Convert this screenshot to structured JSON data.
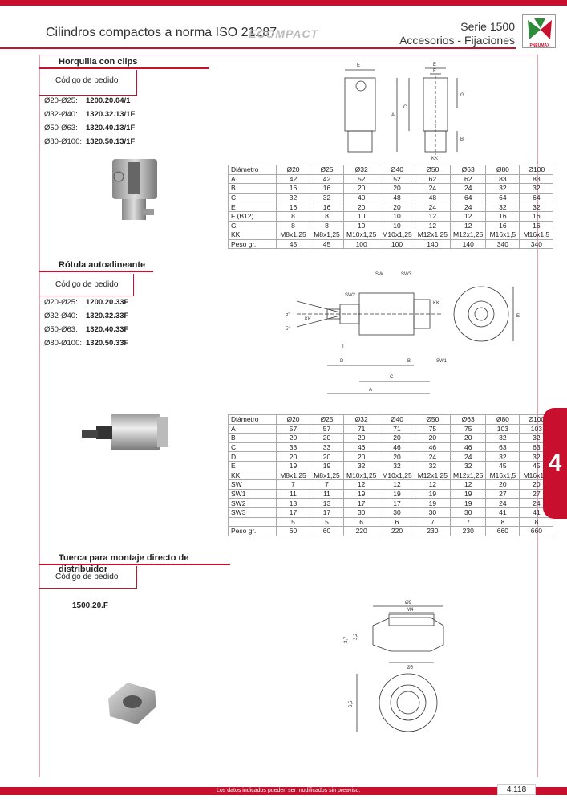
{
  "header": {
    "title": "Cilindros compactos a norma ISO 21287",
    "brand": "ECOMPACT",
    "series": "Serie 1500",
    "subtitle": "Accesorios - Fijaciones",
    "logo_text": "PNEUMAX"
  },
  "section1": {
    "title": "Horquilla con clips",
    "order_label": "Código de pedido",
    "codes": [
      {
        "bore": "Ø20-Ø25:",
        "code": "1200.20.04/1"
      },
      {
        "bore": "Ø32-Ø40:",
        "code": "1320.32.13/1F"
      },
      {
        "bore": "Ø50-Ø63:",
        "code": "1320.40.13/1F"
      },
      {
        "bore": "Ø80-Ø100:",
        "code": "1320.50.13/1F"
      }
    ],
    "dims": {
      "E": "E",
      "E2": "E",
      "F": "F",
      "G": "G",
      "A": "A",
      "C": "C",
      "B": "B",
      "KK": "KK"
    },
    "table": [
      [
        "Diámetro",
        "Ø20",
        "Ø25",
        "Ø32",
        "Ø40",
        "Ø50",
        "Ø63",
        "Ø80",
        "Ø100"
      ],
      [
        "A",
        "42",
        "42",
        "52",
        "52",
        "62",
        "62",
        "83",
        "83"
      ],
      [
        "B",
        "16",
        "16",
        "20",
        "20",
        "24",
        "24",
        "32",
        "32"
      ],
      [
        "C",
        "32",
        "32",
        "40",
        "48",
        "48",
        "64",
        "64",
        "64"
      ],
      [
        "E",
        "16",
        "16",
        "20",
        "20",
        "24",
        "24",
        "32",
        "32"
      ],
      [
        "F (B12)",
        "8",
        "8",
        "10",
        "10",
        "12",
        "12",
        "16",
        "16"
      ],
      [
        "G",
        "8",
        "8",
        "10",
        "10",
        "12",
        "12",
        "16",
        "16"
      ],
      [
        "KK",
        "M8x1,25",
        "M8x1,25",
        "M10x1,25",
        "M10x1,25",
        "M12x1,25",
        "M12x1,25",
        "M16x1,5",
        "M16x1,5"
      ],
      [
        "Peso gr.",
        "45",
        "45",
        "100",
        "100",
        "140",
        "140",
        "340",
        "340"
      ]
    ]
  },
  "section2": {
    "title": "Rótula autoalineante",
    "order_label": "Código de pedido",
    "codes": [
      {
        "bore": "Ø20-Ø25:",
        "code": "1200.20.33F"
      },
      {
        "bore": "Ø32-Ø40:",
        "code": "1320.32.33F"
      },
      {
        "bore": "Ø50-Ø63:",
        "code": "1320.40.33F"
      },
      {
        "bore": "Ø80-Ø100:",
        "code": "1320.50.33F"
      }
    ],
    "dims": {
      "SW2": "SW2",
      "SW": "SW",
      "SW3": "SW3",
      "KK": "KK",
      "KK2": "KK",
      "ang1": "5°",
      "ang2": "5°",
      "T": "T",
      "D": "D",
      "B": "B",
      "SW1": "SW1",
      "C": "C",
      "A": "A",
      "E": "E"
    },
    "table": [
      [
        "Diámetro",
        "Ø20",
        "Ø25",
        "Ø32",
        "Ø40",
        "Ø50",
        "Ø63",
        "Ø80",
        "Ø100"
      ],
      [
        "A",
        "57",
        "57",
        "71",
        "71",
        "75",
        "75",
        "103",
        "103"
      ],
      [
        "B",
        "20",
        "20",
        "20",
        "20",
        "20",
        "20",
        "32",
        "32"
      ],
      [
        "C",
        "33",
        "33",
        "46",
        "46",
        "46",
        "46",
        "63",
        "63"
      ],
      [
        "D",
        "20",
        "20",
        "20",
        "20",
        "24",
        "24",
        "32",
        "32"
      ],
      [
        "E",
        "19",
        "19",
        "32",
        "32",
        "32",
        "32",
        "45",
        "45"
      ],
      [
        "KK",
        "M8x1,25",
        "M8x1,25",
        "M10x1,25",
        "M10x1,25",
        "M12x1,25",
        "M12x1,25",
        "M16x1,5",
        "M16x1,5"
      ],
      [
        "SW",
        "7",
        "7",
        "12",
        "12",
        "12",
        "12",
        "20",
        "20"
      ],
      [
        "SW1",
        "11",
        "11",
        "19",
        "19",
        "19",
        "19",
        "27",
        "27"
      ],
      [
        "SW2",
        "13",
        "13",
        "17",
        "17",
        "19",
        "19",
        "24",
        "24"
      ],
      [
        "SW3",
        "17",
        "17",
        "30",
        "30",
        "30",
        "30",
        "41",
        "41"
      ],
      [
        "T",
        "5",
        "5",
        "6",
        "6",
        "7",
        "7",
        "8",
        "8"
      ],
      [
        "Peso gr.",
        "60",
        "60",
        "220",
        "220",
        "230",
        "230",
        "660",
        "660"
      ]
    ]
  },
  "section3": {
    "title": "Tuerca para montaje directo de distribuidor",
    "order_label": "Código de pedido",
    "code": "1500.20.F",
    "dims": {
      "d9": "Ø9",
      "m4": "M4",
      "h37": "3,7",
      "h32": "3,2",
      "d5": "Ø5",
      "h65": "6,5"
    }
  },
  "tab_label": "4",
  "footer": {
    "note": "Los datos indicados pueden ser modificados sin preaviso.",
    "page": "4.118"
  }
}
